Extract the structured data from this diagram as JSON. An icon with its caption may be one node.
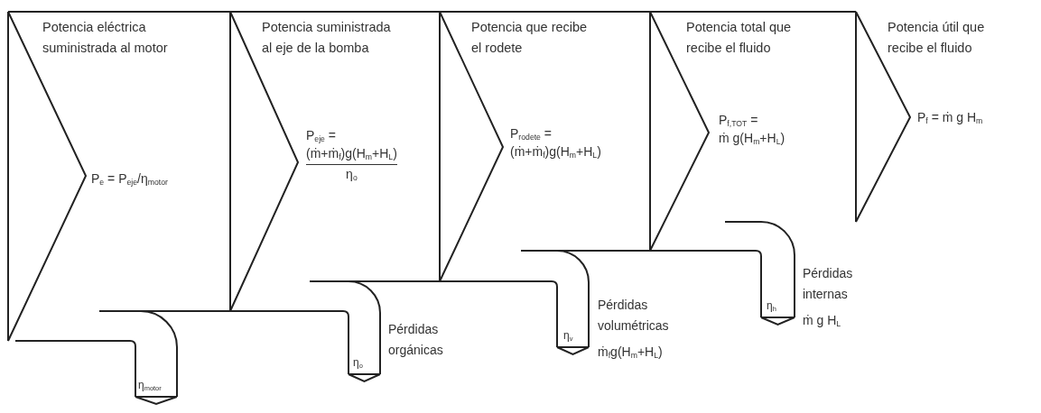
{
  "diagram": {
    "nodes": [
      {
        "text": [
          "Potencia eléctrica suministrada al motor",
          "P$_{e}$ = P$_{eje}$/η$_{motor}$"
        ]
      },
      {
        "text": [
          "Potencia suministrada al eje de la bomba",
          "P$_{eje}$ =",
          "(ṁ+ṁ$_{f}$)g(H$_{m}$+H$_{L}$)",
          "η$_{o}$"
        ]
      },
      {
        "text": [
          "Potencia que recibe el rodete",
          "P$_{rodete}$ =",
          "(ṁ+ṁ$_{f}$)g(H$_{m}$+H$_{L}$)"
        ]
      },
      {
        "text": [
          "Potencia total que recibe el fluido",
          "P$_{f,TOT}$ =",
          "ṁ g(H$_{m}$+H$_{L}$)"
        ]
      },
      {
        "text": [
          "Potencia útil que recibe el fluido",
          "P$_{f}$ = ṁ g H$_{m}$"
        ]
      },
      {
        "text": [
          "η$_{motor}$"
        ]
      },
      {
        "text": [
          "η$_{o}$"
        ],
        "beside": [
          "Pérdidas orgánicas"
        ]
      },
      {
        "text": [
          "η$_{v}$"
        ],
        "beside": [
          "Pérdidas volumétricas",
          "ṁ$_{f}$g(H$_{m}$+H$_{L}$)"
        ]
      },
      {
        "text": [
          "η$_{h}$"
        ],
        "beside": [
          "Pérdidas internas",
          "ṁ g H$_{L}$"
        ]
      }
    ]
  }
}
